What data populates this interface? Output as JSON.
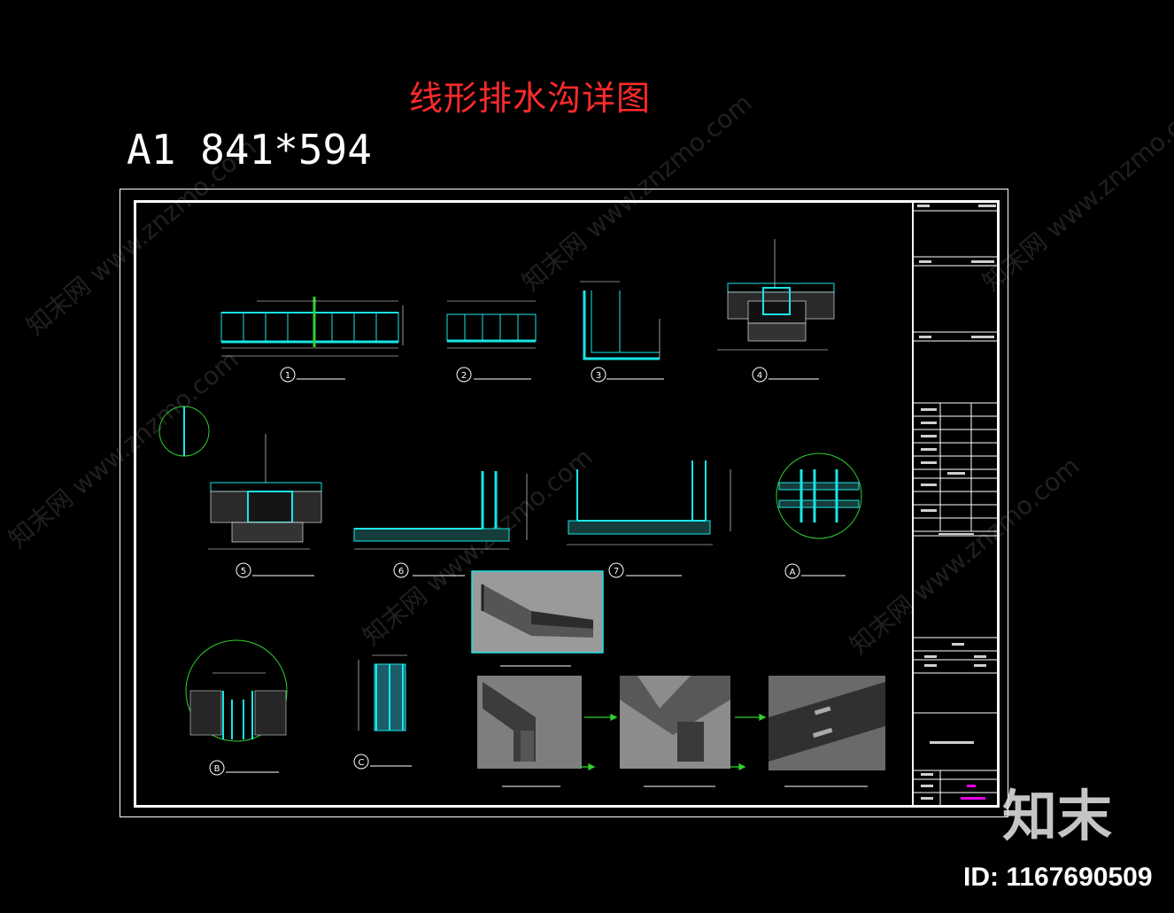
{
  "title": "线形排水沟详图",
  "subtitle": "A1 841*594",
  "watermark": "知末网 www.znzmo.com",
  "brand": "知末",
  "image_id": "ID: 1167690509",
  "detail_markers": [
    "1",
    "2",
    "3",
    "4",
    "5",
    "6",
    "7",
    "A",
    "B",
    "C"
  ],
  "colors": {
    "background": "#000000",
    "title": "#ff2a2a",
    "line_cyan": "#19e6e6",
    "line_green": "#2fd12f",
    "line_white": "#ffffff",
    "accent_magenta": "#e600e6"
  }
}
